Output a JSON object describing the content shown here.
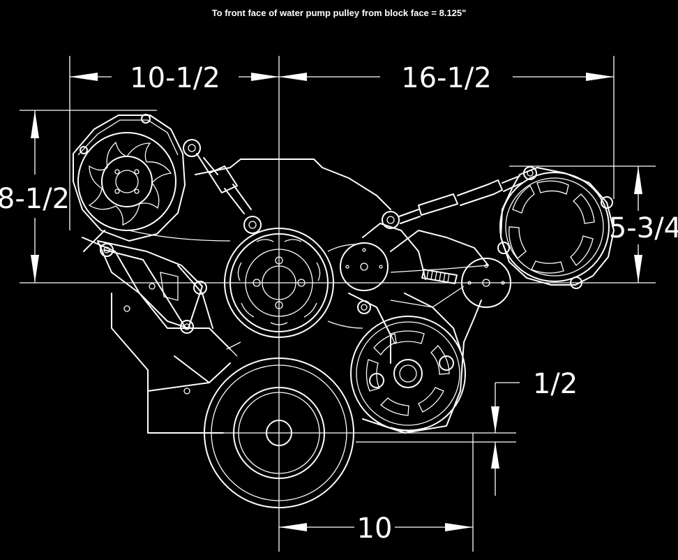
{
  "header": {
    "note": "To front face of water pump pulley from block face = 8.125\""
  },
  "dimensions": {
    "left_width": "10-1/2",
    "right_width": "16-1/2",
    "alternator_height": "8-1/2",
    "pump_height": "5-3/4",
    "crank_offset": "1/2",
    "bottom_width": "10"
  },
  "colors": {
    "background": "#000000",
    "line": "#ffffff"
  }
}
